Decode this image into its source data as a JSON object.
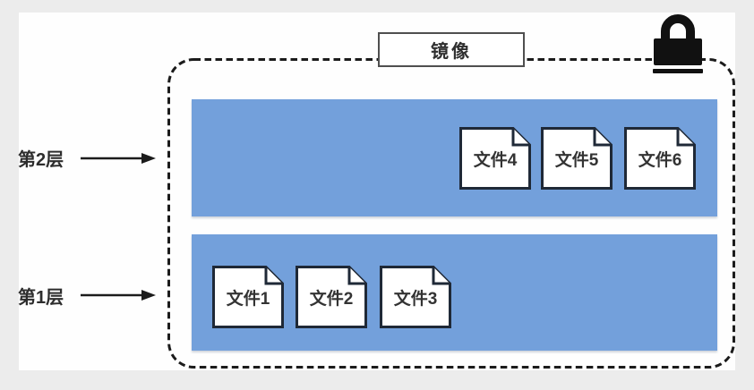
{
  "diagram": {
    "title": "镜像",
    "layers": [
      {
        "label": "第2层",
        "files": [
          "文件4",
          "文件5",
          "文件6"
        ]
      },
      {
        "label": "第1层",
        "files": [
          "文件1",
          "文件2",
          "文件3"
        ]
      }
    ],
    "icons": {
      "lock": "lock-icon",
      "arrow": "arrow-right-icon",
      "file": "document-icon"
    },
    "colors": {
      "background": "#ececec",
      "panel": "#fefefe",
      "layer_fill": "#73a0db",
      "dashed_border": "#1b1b1b",
      "file_border": "#1f2937",
      "text": "#2d2d2d"
    }
  }
}
